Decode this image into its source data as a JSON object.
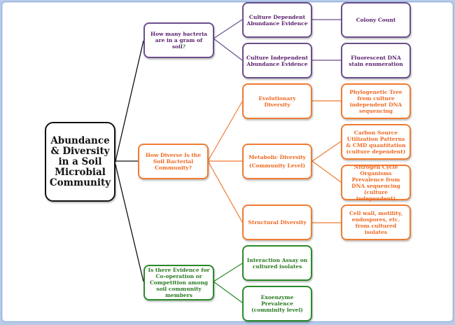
{
  "diagram": {
    "type": "mind-map",
    "root": {
      "label": "Abundance & Diversity in a Soil Microbial Community"
    },
    "colors": {
      "purple_border": "#6b4e8c",
      "purple_text": "#5a1f6e",
      "orange": "#f07b32",
      "green": "#2a8a2a",
      "root": "#111111",
      "frame": "#8fb0e0"
    },
    "branches": [
      {
        "label": "How many bacteria are in a gram of soil",
        "label_suffix": "?",
        "color": "purple",
        "children": [
          {
            "label": "Culture Dependent Abundance Evidence",
            "children": [
              {
                "label": "Colony Count"
              }
            ]
          },
          {
            "label": "Culture Independent Abundance Evidence",
            "children": [
              {
                "label": "Fluorescent DNA stain enumeration"
              }
            ]
          }
        ]
      },
      {
        "label": "How Diverse Is the Soil Bacterial Community?",
        "color": "orange",
        "children": [
          {
            "label": "Evolutionary Diversity",
            "children": [
              {
                "label": "Phylogenetic Tree from culture independent DNA sequencing"
              }
            ]
          },
          {
            "label": "Metabolic Diversity",
            "label_line2": "(Community Level)",
            "children": [
              {
                "label": "Carbon Source Utilization Patterns & CMD quantitation (culture dependent)"
              },
              {
                "label": "Nitrogen Cycle Organisms Prevalence from DNA sequencing (culture independent)"
              }
            ]
          },
          {
            "label": "Structural Diversity",
            "children": [
              {
                "label": "Cell wall, motility, endospores, etc. from cultured isolates"
              }
            ]
          }
        ]
      },
      {
        "label": "Is there Evidence for Co-operation or Competition among soil community members",
        "color": "green",
        "children": [
          {
            "label": "Interaction Assay on cultured isolates"
          },
          {
            "label": "Exoenzyme Prevalence (comminity level)"
          }
        ]
      }
    ]
  }
}
